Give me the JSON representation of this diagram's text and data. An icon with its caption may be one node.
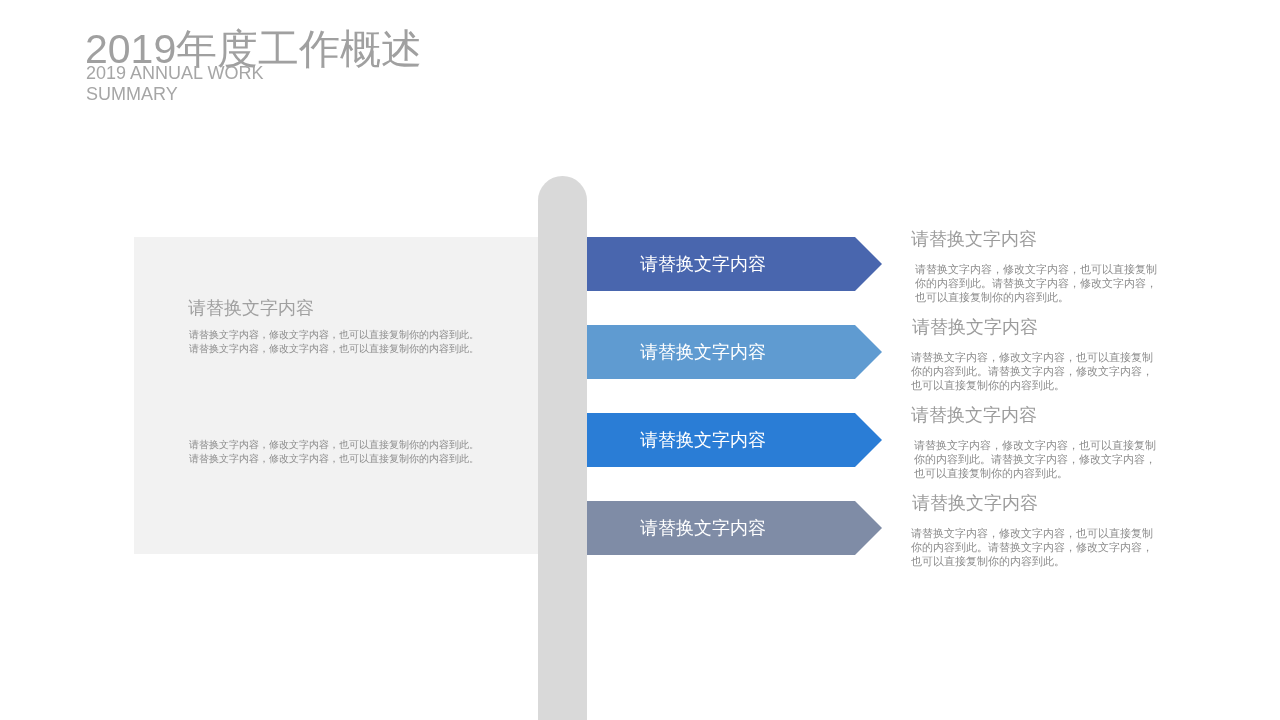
{
  "diagram": {
    "title": "2019年度工作概述",
    "nodes": [
      {
        "text": [
          "请替换文字内容",
          "请替换文字内容，修改文字内容，也可以直接复制你的内容到此。请替换文字内容，修改文字内容，也可以直接复制你的内容到此。",
          "请替换文字内容，修改文字内容，也可以直接复制你的内容到此。请替换文字内容，修改文字内容，也可以直接复制你的内容到此。"
        ]
      },
      {
        "text": [],
        "shape": "bar"
      },
      {
        "text": [
          "请替换文字内容"
        ],
        "beside": [
          "请替换文字内容",
          "请替换文字内容，修改文字内容，也可以直接复制你的内容到此。请替换文字内容，修改文字内容，也可以直接复制你的内容到此。"
        ]
      },
      {
        "text": [
          "请替换文字内容"
        ],
        "beside": [
          "请替换文字内容",
          "请替换文字内容，修改文字内容，也可以直接复制你的内容到此。请替换文字内容，修改文字内容，也可以直接复制你的内容到此。"
        ]
      },
      {
        "text": [
          "请替换文字内容"
        ],
        "beside": [
          "请替换文字内容",
          "请替换文字内容，修改文字内容，也可以直接复制你的内容到此。请替换文字内容，修改文字内容，也可以直接复制你的内容到此。"
        ]
      },
      {
        "text": [
          "请替换文字内容"
        ],
        "beside": [
          "请替换文字内容",
          "请替换文字内容，修改文字内容，也可以直接复制你的内容到此。请替换文字内容，修改文字内容，也可以直接复制你的内容到此。"
        ]
      }
    ],
    "labels": [
      "2019 ANNUAL WORK SUMMARY"
    ]
  }
}
